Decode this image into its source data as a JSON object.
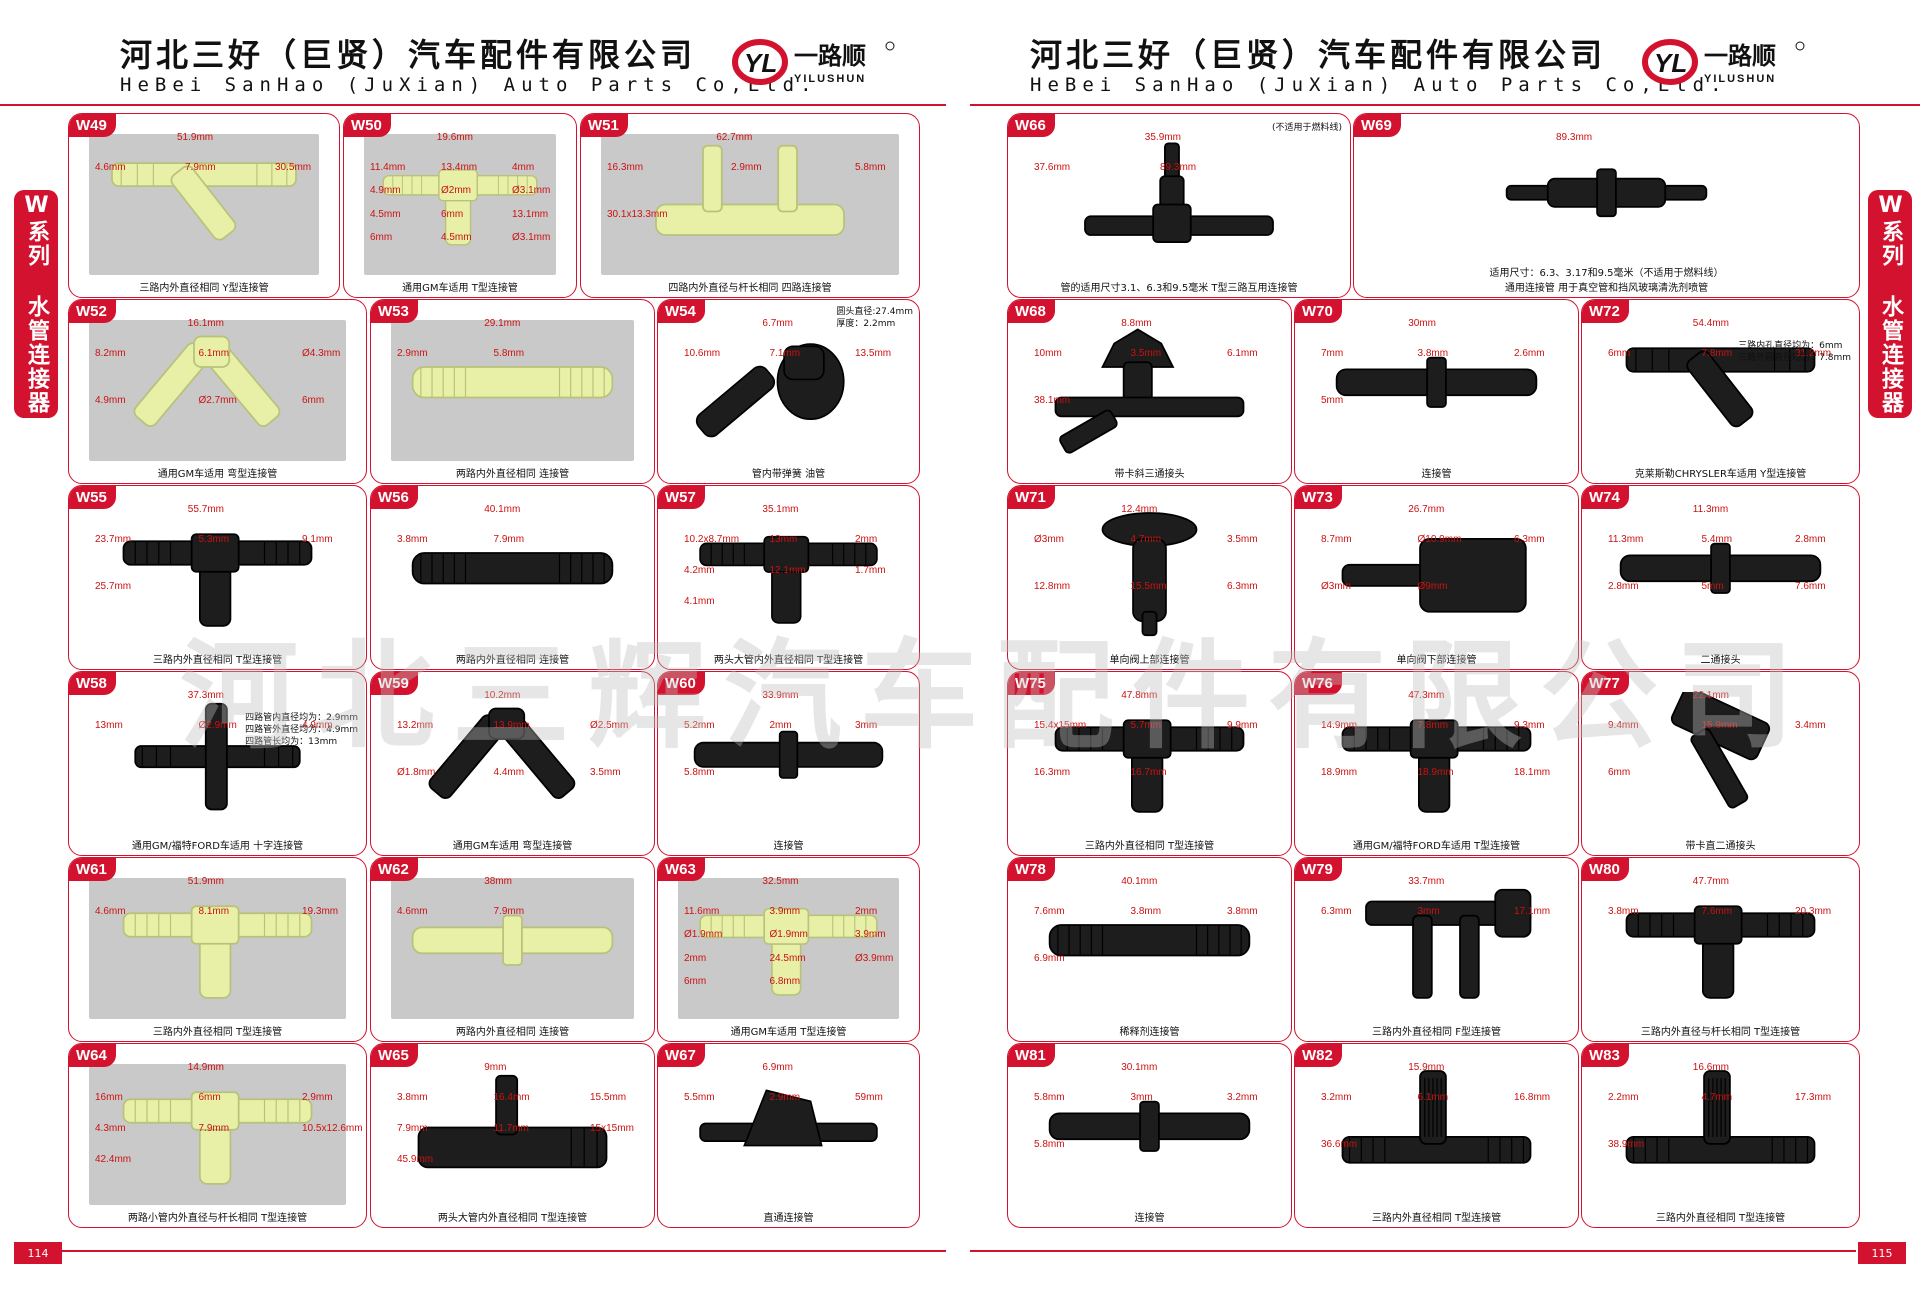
{
  "left_page": {
    "company_cn": "河北三好（巨贤）汽车配件有限公司",
    "company_en": "HeBei SanHao (JuXian) Auto Parts Co,Ltd.",
    "logo_cn": "一路顺",
    "logo_en": "YILUSHUN",
    "logo_mark": "YL",
    "side_tab": "W系列 水管连接器",
    "page_number": "114"
  },
  "right_page": {
    "company_cn": "河北三好（巨贤）汽车配件有限公司",
    "company_en": "HeBei SanHao (JuXian) Auto Parts Co,Ltd.",
    "logo_cn": "一路顺",
    "logo_en": "YILUSHUN",
    "logo_mark": "YL",
    "side_tab": "W系列 水管连接器",
    "page_number": "115"
  },
  "watermark": "河北三辉汽车配件有限公司",
  "colors": {
    "accent": "#d2122e",
    "cream_part": "#e8f0a8",
    "black_part": "#1d1d1d"
  },
  "cards": [
    {
      "code": "W49",
      "caption": "三路内外直径相同 Y型连接管",
      "material": "cream",
      "shape": "y",
      "dims": [
        "51.9mm",
        "4.6mm",
        "7.9mm",
        "30.5mm"
      ]
    },
    {
      "code": "W50",
      "caption": "通用GM车适用 T型连接管",
      "material": "cream",
      "shape": "t",
      "dims": [
        "19.6mm",
        "11.4mm",
        "13.4mm",
        "4mm",
        "4.9mm",
        "Ø2mm",
        "Ø3.1mm",
        "4.5mm",
        "6mm",
        "13.1mm",
        "6mm",
        "4.5mm",
        "Ø3.1mm"
      ]
    },
    {
      "code": "W51",
      "caption": "四路内外直径与杆长相同 四路连接管",
      "material": "cream",
      "shape": "four",
      "dims": [
        "62.7mm",
        "16.3mm",
        "2.9mm",
        "5.8mm",
        "30.1x13.3mm"
      ]
    },
    {
      "code": "W52",
      "caption": "通用GM车适用 弯型连接管",
      "material": "cream",
      "shape": "elbow",
      "dims": [
        "16.1mm",
        "8.2mm",
        "6.1mm",
        "Ø4.3mm",
        "4.9mm",
        "Ø2.7mm",
        "6mm"
      ]
    },
    {
      "code": "W53",
      "caption": "两路内外直径相同 连接管",
      "material": "cream",
      "shape": "straight",
      "dims": [
        "29.1mm",
        "2.9mm",
        "5.8mm"
      ]
    },
    {
      "code": "W54",
      "caption": "管内带弹簧 油管",
      "material": "black",
      "shape": "elbow-big",
      "dims": [
        "6.7mm",
        "10.6mm",
        "7.1mm",
        "13.5mm"
      ],
      "note": "圆头直径:27.4mm\n厚度：2.2mm"
    },
    {
      "code": "W55",
      "caption": "三路内外直径相同 T型连接管",
      "material": "black",
      "shape": "t",
      "dims": [
        "55.7mm",
        "23.7mm",
        "5.3mm",
        "9.1mm",
        "25.7mm"
      ]
    },
    {
      "code": "W56",
      "caption": "两路内外直径相同 连接管",
      "material": "black",
      "shape": "straight",
      "dims": [
        "40.1mm",
        "3.8mm",
        "7.9mm"
      ]
    },
    {
      "code": "W57",
      "caption": "两头大管内外直径相同 T型连接管",
      "material": "black",
      "shape": "t",
      "dims": [
        "35.1mm",
        "10.2x8.7mm",
        "13mm",
        "2mm",
        "4.2mm",
        "12.1mm",
        "1.7mm",
        "4.1mm"
      ]
    },
    {
      "code": "W58",
      "caption": "通用GM/福特FORD车适用 十字连接管",
      "material": "black",
      "shape": "cross",
      "dims": [
        "37.3mm",
        "13mm",
        "Ø2.9mm",
        "4.9mm"
      ],
      "note": "四路管内直径均为：2.9mm\n四路管外直径均为：4.9mm\n四路管长均为：13mm"
    },
    {
      "code": "W59",
      "caption": "通用GM车适用 弯型连接管",
      "material": "black",
      "shape": "elbow",
      "dims": [
        "10.2mm",
        "13.2mm",
        "13.9mm",
        "Ø2.5mm",
        "Ø1.8mm",
        "4.4mm",
        "3.5mm"
      ]
    },
    {
      "code": "W60",
      "caption": "连接管",
      "material": "black",
      "shape": "straight-flange",
      "dims": [
        "33.9mm",
        "5.2mm",
        "2mm",
        "3mm",
        "5.8mm"
      ]
    },
    {
      "code": "W61",
      "caption": "三路内外直径相同 T型连接管",
      "material": "cream",
      "shape": "t",
      "dims": [
        "51.9mm",
        "4.6mm",
        "8.1mm",
        "19.3mm"
      ]
    },
    {
      "code": "W62",
      "caption": "两路内外直径相同 连接管",
      "material": "cream",
      "shape": "straight-flange",
      "dims": [
        "38mm",
        "4.6mm",
        "7.9mm"
      ]
    },
    {
      "code": "W63",
      "caption": "通用GM车适用 T型连接管",
      "material": "cream",
      "shape": "t",
      "dims": [
        "32.5mm",
        "11.6mm",
        "3.9mm",
        "2mm",
        "Ø1.9mm",
        "Ø1.9mm",
        "3.9mm",
        "2mm",
        "24.5mm",
        "Ø3.9mm",
        "6mm",
        "6.8mm"
      ]
    },
    {
      "code": "W64",
      "caption": "两路小管内外直径与杆长相同 T型连接管",
      "material": "cream",
      "shape": "t",
      "dims": [
        "14.9mm",
        "16mm",
        "6mm",
        "2.9mm",
        "4.3mm",
        "7.9mm",
        "10.5x12.6mm",
        "42.4mm"
      ]
    },
    {
      "code": "W65",
      "caption": "两头大管内外直径相同 T型连接管",
      "material": "black",
      "shape": "t-big",
      "dims": [
        "9mm",
        "3.8mm",
        "16.4mm",
        "15.5mm",
        "7.9mm",
        "11.7mm",
        "15x15mm",
        "45.9mm"
      ]
    },
    {
      "code": "W67",
      "caption": "直通连接管",
      "material": "black",
      "shape": "valve",
      "dims": [
        "6.9mm",
        "5.5mm",
        "2.9mm",
        "59mm"
      ]
    },
    {
      "code": "W66",
      "caption": "管的适用尺寸3.1、6.3和9.5毫米 T型三路互用连接管",
      "material": "black",
      "shape": "t-step",
      "dims": [
        "35.9mm",
        "37.6mm",
        "89.3mm"
      ],
      "note": "(不适用于燃料线)"
    },
    {
      "code": "W69",
      "caption": "适用尺寸：6.3、3.17和9.5毫米（不适用于燃料线）\n通用连接管 用于真空管和挡风玻璃清洗剂喷管",
      "material": "black",
      "shape": "straight-step",
      "dims": [
        "89.3mm"
      ]
    },
    {
      "code": "W68",
      "caption": "带卡斜三通接头",
      "material": "black",
      "shape": "clip-y",
      "dims": [
        "8.8mm",
        "10mm",
        "3.5mm",
        "6.1mm",
        "38.1mm"
      ]
    },
    {
      "code": "W70",
      "caption": "连接管",
      "material": "black",
      "shape": "straight-flange",
      "dims": [
        "30mm",
        "7mm",
        "3.8mm",
        "2.6mm",
        "5mm"
      ]
    },
    {
      "code": "W72",
      "caption": "克莱斯勒CHRYSLER车适用 Y型连接管",
      "material": "black",
      "shape": "y",
      "dims": [
        "54.4mm",
        "6mm",
        "7.8mm",
        "31.2mm"
      ],
      "note": "三路内孔直径均为：6mm\n三路外圆直径均为：7.8mm"
    },
    {
      "code": "W71",
      "caption": "单向阀上部连接管",
      "material": "black",
      "shape": "cap",
      "dims": [
        "12.4mm",
        "Ø3mm",
        "4.7mm",
        "3.5mm",
        "12.8mm",
        "15.5mm",
        "6.3mm"
      ]
    },
    {
      "code": "W73",
      "caption": "单向阀下部连接管",
      "material": "black",
      "shape": "reducer",
      "dims": [
        "26.7mm",
        "8.7mm",
        "Ø10.9mm",
        "6.3mm",
        "Ø3mm",
        "Ø9mm"
      ]
    },
    {
      "code": "W74",
      "caption": "二通接头",
      "material": "black",
      "shape": "straight-flange",
      "dims": [
        "11.3mm",
        "11.3mm",
        "5.4mm",
        "2.8mm",
        "2.8mm",
        "5mm",
        "7.6mm"
      ]
    },
    {
      "code": "W75",
      "caption": "三路内外直径相同 T型连接管",
      "material": "black",
      "shape": "t",
      "dims": [
        "47.8mm",
        "15.4x15mm",
        "5.7mm",
        "9.9mm",
        "16.3mm",
        "16.7mm"
      ]
    },
    {
      "code": "W76",
      "caption": "通用GM/福特FORD车适用 T型连接管",
      "material": "black",
      "shape": "t",
      "dims": [
        "47.3mm",
        "14.9mm",
        "7.8mm",
        "9.3mm",
        "18.9mm",
        "18.9mm",
        "18.1mm"
      ]
    },
    {
      "code": "W77",
      "caption": "带卡直二通接头",
      "material": "black",
      "shape": "clip-straight",
      "dims": [
        "22.1mm",
        "9.4mm",
        "15.9mm",
        "3.4mm",
        "6mm"
      ]
    },
    {
      "code": "W78",
      "caption": "稀释剂连接管",
      "material": "black",
      "shape": "straight",
      "dims": [
        "40.1mm",
        "7.6mm",
        "3.8mm",
        "3.8mm",
        "6.9mm"
      ]
    },
    {
      "code": "W79",
      "caption": "三路内外直径相同 F型连接管",
      "material": "black",
      "shape": "f",
      "dims": [
        "33.7mm",
        "6.3mm",
        "3mm",
        "17.1mm"
      ]
    },
    {
      "code": "W80",
      "caption": "三路内外直径与杆长相同 T型连接管",
      "material": "black",
      "shape": "t",
      "dims": [
        "47.7mm",
        "3.8mm",
        "7.6mm",
        "20.3mm"
      ]
    },
    {
      "code": "W81",
      "caption": "连接管",
      "material": "black",
      "shape": "straight-flange",
      "dims": [
        "30.1mm",
        "5.8mm",
        "3mm",
        "3.2mm",
        "5.8mm"
      ]
    },
    {
      "code": "W82",
      "caption": "三路内外直径相同 T型连接管",
      "material": "black",
      "shape": "t-tall",
      "dims": [
        "15.9mm",
        "3.2mm",
        "6.1mm",
        "16.8mm",
        "36.6mm"
      ]
    },
    {
      "code": "W83",
      "caption": "三路内外直径相同 T型连接管",
      "material": "black",
      "shape": "t-tall",
      "dims": [
        "16.6mm",
        "2.2mm",
        "4.7mm",
        "17.3mm",
        "38.9mm"
      ]
    }
  ]
}
